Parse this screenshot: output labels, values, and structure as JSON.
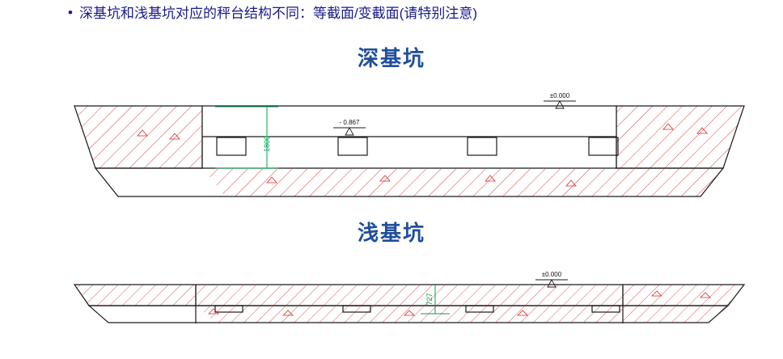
{
  "bullet": {
    "marker": "•",
    "text": "深基坑和浅基坑对应的秤台结构不同：等截面/变截面(请特别注意)",
    "color": "#1a1a8c"
  },
  "sections": [
    {
      "id": "deep",
      "title": "深基坑",
      "title_color": "#1f4e9c",
      "annotations": {
        "datum_label": "±0.000",
        "depth_label": "- 0.867",
        "dimension_label": "1800",
        "dimension_color": "#00a550"
      }
    },
    {
      "id": "shallow",
      "title": "浅基坑",
      "title_color": "#1f4e9c",
      "annotations": {
        "datum_label": "±0.000",
        "dimension_label": "727",
        "dimension_color": "#00a550"
      }
    }
  ],
  "drawing": {
    "hatch_color": "#d82a2a",
    "outline_color": "#1a1a1a",
    "background": "#ffffff"
  }
}
